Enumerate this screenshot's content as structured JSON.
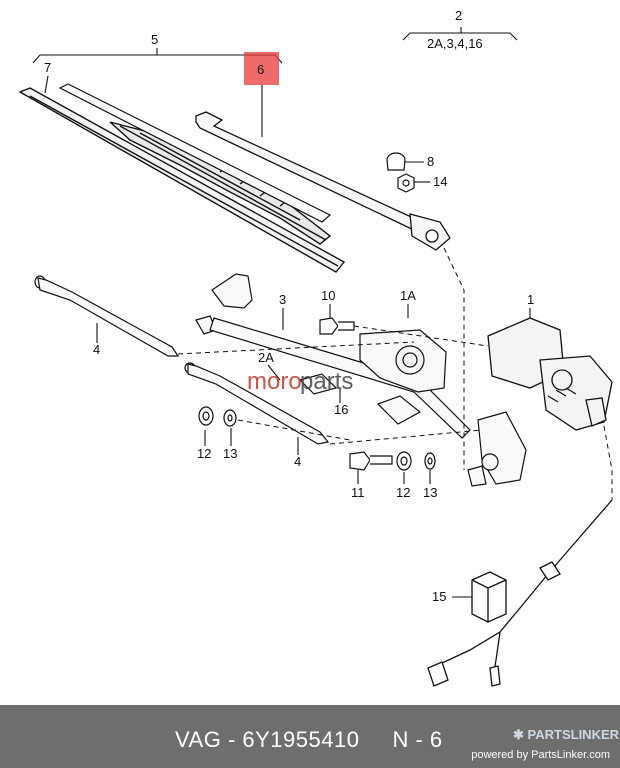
{
  "callouts": {
    "c2": "2",
    "c2_sub": "2A,3,4,16",
    "c5": "5",
    "c6": "6",
    "c7": "7",
    "c8": "8",
    "c14": "14",
    "c10": "10",
    "c1A": "1A",
    "c1": "1",
    "c3": "3",
    "c4_top": "4",
    "c2A": "2A",
    "c16": "16",
    "c12_left": "12",
    "c13_left": "13",
    "c4_bottom": "4",
    "c11": "11",
    "c12_right": "12",
    "c13_right": "13",
    "c15": "15"
  },
  "highlight_color": "#e83a3a",
  "watermark": {
    "part1": "moro",
    "part2": "parts",
    "color1": "#c0392b",
    "color2": "#444444"
  },
  "footer": {
    "text": "VAG - 6Y1955410     N - 6",
    "powered_by": "powered by PartsLinker.com",
    "brand": "PARTSLINKER",
    "brand_icon": "partslinker-logo-icon"
  }
}
